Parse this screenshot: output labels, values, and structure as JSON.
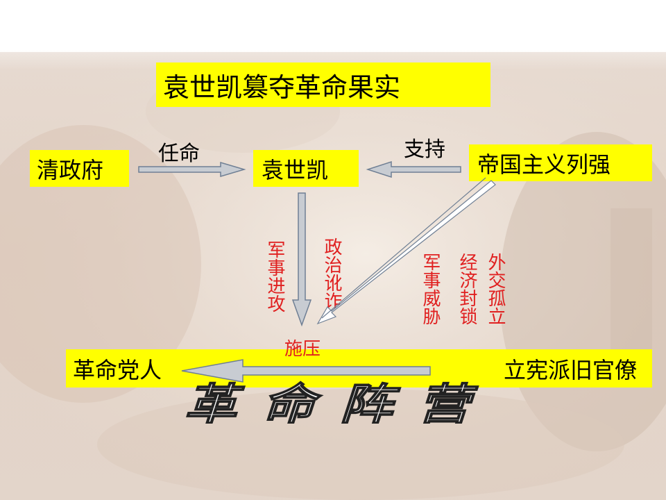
{
  "title": "袁世凯篡夺革命果实",
  "nodes": {
    "qing": "清政府",
    "yuan": "袁世凯",
    "powers": "帝国主义列强",
    "revolutionaries": "革命党人",
    "constitutionalists": "立宪派旧官僚"
  },
  "edge_labels": {
    "appoint": "任命",
    "support": "支持",
    "military_attack": "军事进攻",
    "political_fraud": "政治讹诈",
    "military_threat": "军事威胁",
    "economic_blockade": "经济封锁",
    "diplomatic_isolation": "外交孤立",
    "pressure": "施压"
  },
  "banner": "革命阵营",
  "colors": {
    "box_fill": "#ffff00",
    "red_text": "#e02020",
    "arrow_fill": "#c8ccd2",
    "arrow_stroke": "#6f7f94"
  }
}
